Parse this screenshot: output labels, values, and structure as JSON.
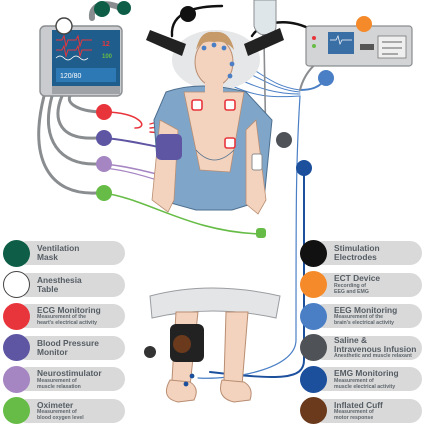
{
  "monitor": {
    "readout_1": "12",
    "readout_2": "100",
    "bp_readout": "120/80"
  },
  "legend_left": [
    {
      "title": "Ventilation\nMask",
      "subtitle": "",
      "color": "#0e5e47"
    },
    {
      "title": "Anesthesia\nTable",
      "subtitle": "",
      "color": "#ffffff"
    },
    {
      "title": "ECG Monitoring",
      "subtitle": "Measurement of the\nheart's electrical activity",
      "color": "#e8353c"
    },
    {
      "title": "Blood Pressure\nMonitor",
      "subtitle": "",
      "color": "#5e56a3"
    },
    {
      "title": "Neurostimulator",
      "subtitle": "Measurement of\nmuscle relaxation",
      "color": "#a585c2"
    },
    {
      "title": "Oximeter",
      "subtitle": "Measurement of\nblood oxygen level",
      "color": "#66bc46"
    }
  ],
  "legend_right": [
    {
      "title": "Stimulation\nElectrodes",
      "subtitle": "",
      "color": "#111111"
    },
    {
      "title": "ECT Device",
      "subtitle": "Recording of\nEEG and EMG",
      "color": "#f58a2a"
    },
    {
      "title": "EEG Monitoring",
      "subtitle": "Measurement of the\nbrain's electrical activity",
      "color": "#4a7fc6"
    },
    {
      "title": "Saline &\nIntravenous Infusion",
      "subtitle": "Anesthetic and muscle relaxant",
      "color": "#4f5358"
    },
    {
      "title": "EMG Monitoring",
      "subtitle": "Measurement of\nmuscle electrical activity",
      "color": "#1c4f9c"
    },
    {
      "title": "Inflated Cuff",
      "subtitle": "Measurement of\nmotor response",
      "color": "#6b3a1c"
    }
  ]
}
